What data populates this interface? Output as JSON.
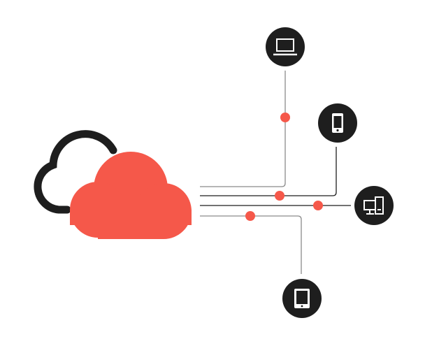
{
  "diagram": {
    "title": "",
    "colors": {
      "accent": "#f5584a",
      "dark": "#1e1e1e",
      "line": "#8a8a8a"
    },
    "devices": [
      {
        "name": "laptop",
        "icon": "laptop-icon"
      },
      {
        "name": "smartphone",
        "icon": "smartphone-icon"
      },
      {
        "name": "desktop",
        "icon": "desktop-icon"
      },
      {
        "name": "tablet",
        "icon": "tablet-icon"
      }
    ]
  }
}
